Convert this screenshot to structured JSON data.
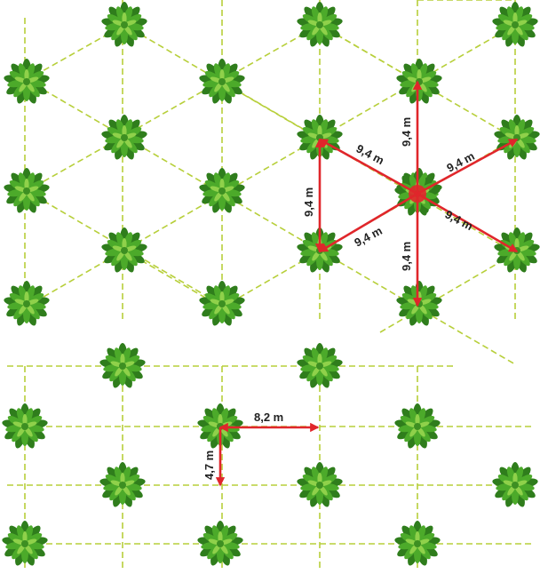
{
  "colors": {
    "grid": "#b7cf3a",
    "arrow": "#e0262b",
    "palm_dark": "#2f7d1c",
    "palm_mid": "#4caa2a",
    "palm_light": "#8fd14a",
    "center_highlight": "#e0262b"
  },
  "icons": {
    "plant": "palm-tree-icon",
    "center_plant": "palm-tree-icon-highlighted"
  },
  "triangular_layout": {
    "spacing_labels": [
      "9,4 m",
      "9,4 m",
      "9,4 m",
      "9,4 m",
      "9,4 m",
      "9,4 m",
      "9,4 m"
    ]
  },
  "rectangular_layout": {
    "row_spacing_label": "8,2 m",
    "column_spacing_label": "4,7 m"
  }
}
